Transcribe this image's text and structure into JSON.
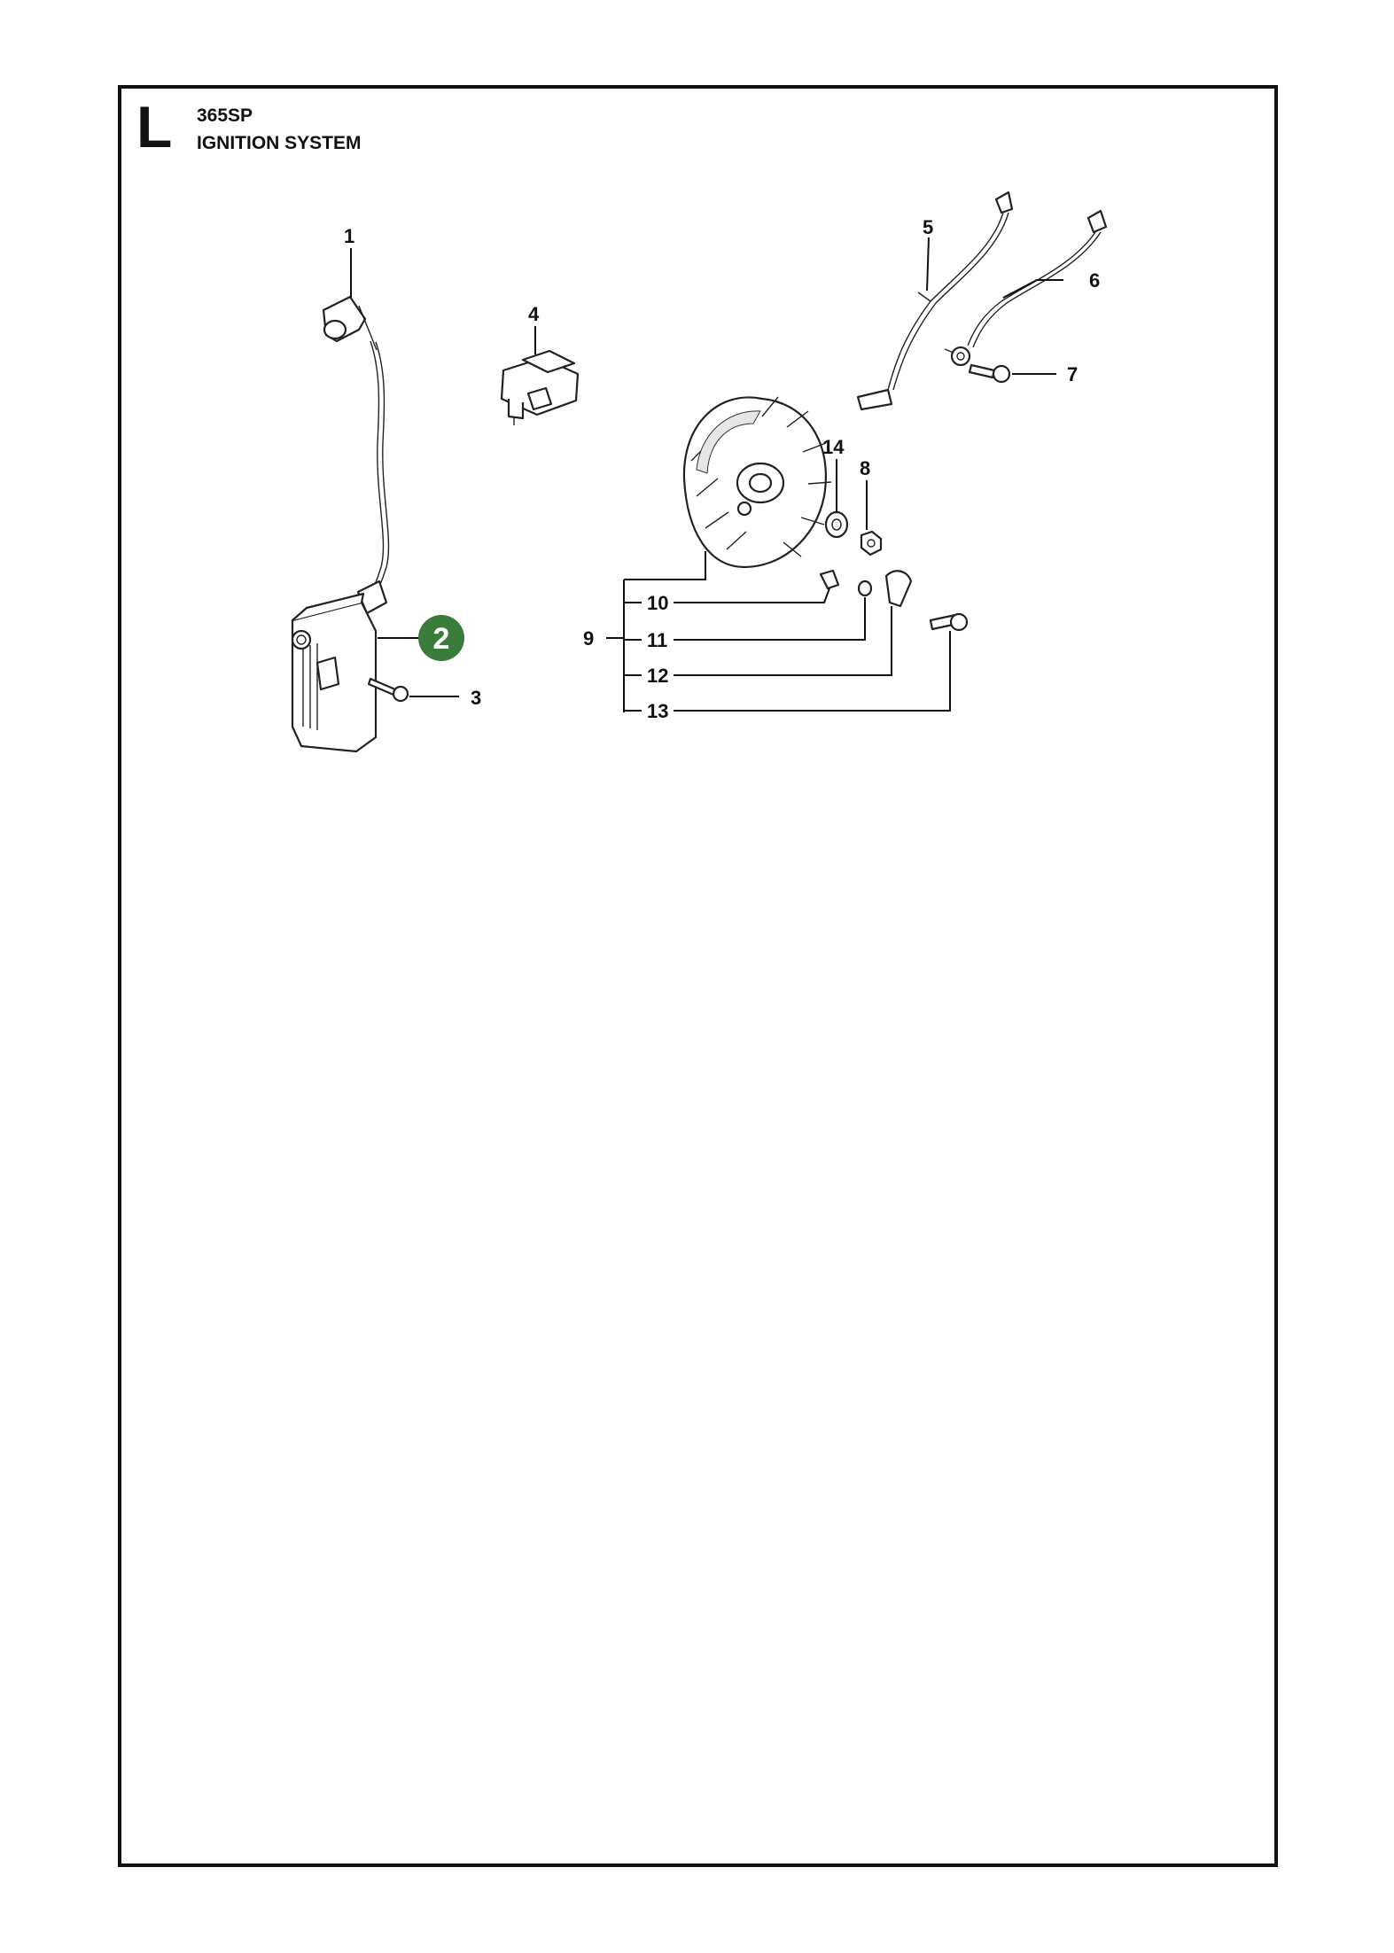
{
  "header": {
    "section_letter": "L",
    "model": "365SP",
    "title": "IGNITION SYSTEM"
  },
  "callouts": {
    "c1": "1",
    "c2": "2",
    "c3": "3",
    "c4": "4",
    "c5": "5",
    "c6": "6",
    "c7": "7",
    "c8": "8",
    "c9": "9",
    "c10": "10",
    "c11": "11",
    "c12": "12",
    "c13": "13",
    "c14": "14"
  },
  "colors": {
    "badge_fill": "#3a7d3a",
    "badge_text": "#ffffff",
    "line": "#111111"
  }
}
